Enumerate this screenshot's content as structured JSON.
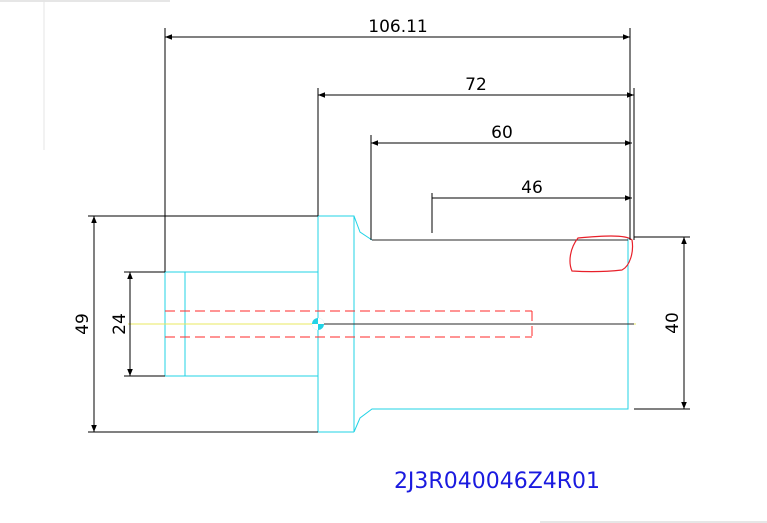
{
  "drawing": {
    "part_number": "2J3R040046Z4R01",
    "dimensions": {
      "overall_length": "106.11",
      "length_72": "72",
      "length_60": "60",
      "length_46": "46",
      "height_49": "49",
      "height_24": "24",
      "diameter_40": "40"
    },
    "colors": {
      "outline": "#22d3e6",
      "dimension": "#000000",
      "hidden_line": "#ff2a2a",
      "center_line": "#e8e860",
      "markup": "#e8202a",
      "part_number": "#1a1adf"
    }
  }
}
